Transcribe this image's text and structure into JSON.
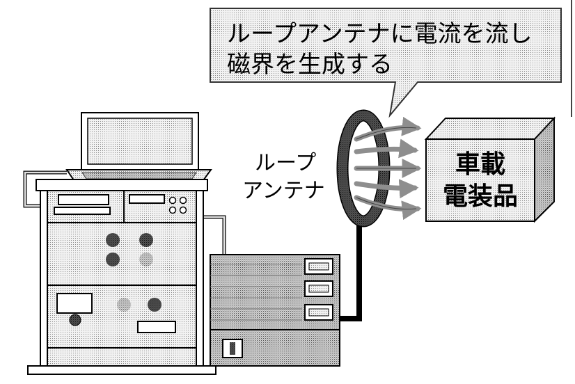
{
  "callout": {
    "line1": "ループアンテナに電流を流し",
    "line2": "磁界を生成する"
  },
  "antenna_label": {
    "line1": "ループ",
    "line2": "アンテナ"
  },
  "device_label": {
    "line1": "車載",
    "line2": "電装品"
  },
  "colors": {
    "outline": "#000000",
    "fill_light": "#e6e6e6",
    "fill_mid": "#bdbdbd",
    "fill_dark": "#3a3a3a",
    "arrow": "#9a9a9a",
    "background": "#ffffff"
  }
}
